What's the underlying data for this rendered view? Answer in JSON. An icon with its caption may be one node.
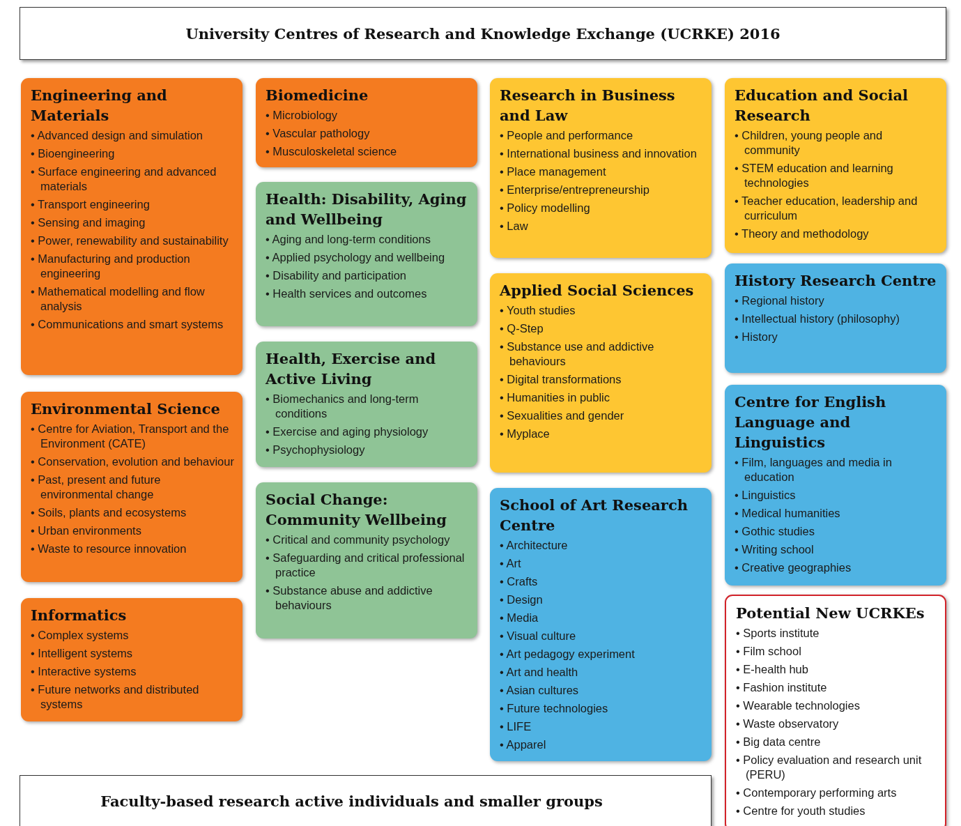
{
  "diagram": {
    "nodes": [
      {
        "text": [
          "University Centres of Research and Knowledge Exchange (UCRKE) 2016"
        ]
      },
      {
        "text": [
          "Engineering and Materials",
          "• Advanced design and simulation",
          "• Bioengineering",
          "• Surface engineering and advanced materials",
          "• Transport engineering",
          "• Sensing and imaging",
          "• Power, renewability and sustainability",
          "• Manufacturing and production engineering",
          "• Mathematical modelling and flow analysis",
          "• Communications and smart systems"
        ]
      },
      {
        "text": [
          "Environmental Science",
          "• Centre for Aviation, Transport and the Environment (CATE)",
          "• Conservation, evolution and behaviour",
          "• Past, present and future environmental change",
          "• Soils, plants and ecosystems",
          "• Urban environments",
          "• Waste to resource innovation"
        ]
      },
      {
        "text": [
          "Informatics",
          "• Complex systems",
          "• Intelligent systems",
          "• Interactive systems",
          "• Future networks and distributed systems"
        ]
      },
      {
        "text": [
          "Biomedicine",
          "• Microbiology",
          "• Vascular pathology",
          "• Musculoskeletal science"
        ]
      },
      {
        "text": [
          "Health: Disability, Aging and Wellbeing",
          "• Aging and long-term conditions",
          "• Applied psychology and wellbeing",
          "• Disability and participation",
          "• Health services and outcomes"
        ]
      },
      {
        "text": [
          "Health, Exercise and Active Living",
          "• Biomechanics and long-term conditions",
          "• Exercise and aging physiology",
          "• Psychophysiology"
        ]
      },
      {
        "text": [
          "Social Change: Community Wellbeing",
          "• Critical and community psychology",
          "• Safeguarding and critical professional practice",
          "• Substance abuse and addictive behaviours"
        ]
      },
      {
        "text": [
          "Research in Business and Law",
          "• People and performance",
          "• International business and innovation",
          "• Place management",
          "• Enterprise/entrepreneurship",
          "• Policy modelling",
          "• Law"
        ]
      },
      {
        "text": [
          "Applied Social Sciences",
          "• Youth studies",
          "• Q-Step",
          "• Substance use and addictive behaviours",
          "• Digital transformations",
          "• Humanities in public",
          "• Sexualities and gender",
          "• Myplace"
        ]
      },
      {
        "text": [
          "School of Art Research Centre",
          "• Architecture",
          "• Art",
          "• Crafts",
          "• Design",
          "• Media",
          "• Visual culture",
          "• Art pedagogy experiment",
          "• Art and health",
          "• Asian cultures",
          "• Future technologies",
          "• LIFE",
          "• Apparel"
        ]
      },
      {
        "text": [
          "Education and Social Research",
          "• Children, young people and community",
          "• STEM education and learning technologies",
          "• Teacher education, leadership and curriculum",
          "• Theory and methodology"
        ]
      },
      {
        "text": [
          "History Research Centre",
          "• Regional history",
          "• Intellectual history (philosophy)",
          "• History"
        ]
      },
      {
        "text": [
          "Centre for English Language and Linguistics",
          "• Film, languages and media in education",
          "• Linguistics",
          "• Medical humanities",
          "• Gothic studies",
          "• Writing school",
          "• Creative geographies"
        ]
      },
      {
        "text": [
          "Potential New UCRKEs",
          "• Sports institute",
          "• Film school",
          "• E-health hub",
          "• Fashion institute",
          "• Wearable technologies",
          "• Waste observatory",
          "• Big data centre",
          "• Policy evaluation and research unit (PERU)",
          "• Contemporary performing arts",
          "• Centre for youth studies"
        ]
      },
      {
        "text": [
          "Faculty-based research active individuals and smaller groups"
        ]
      }
    ],
    "edges": []
  }
}
